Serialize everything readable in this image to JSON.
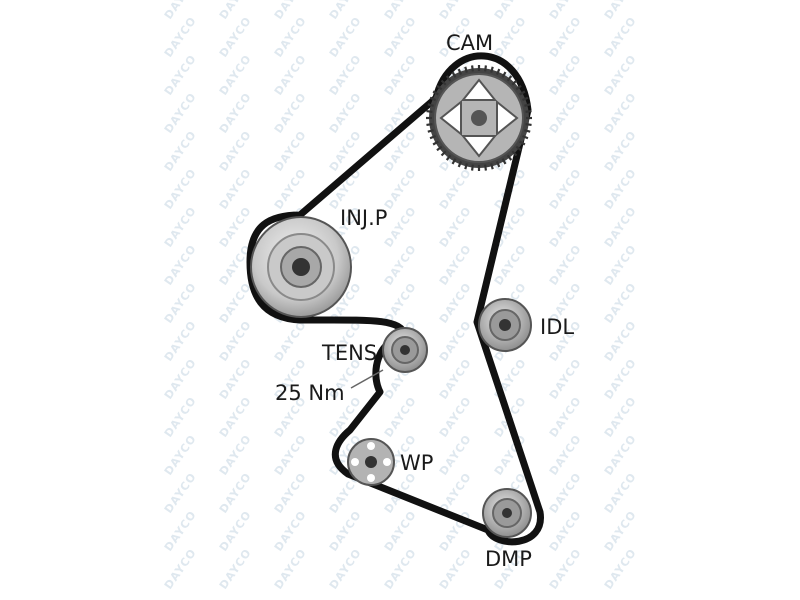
{
  "diagram": {
    "watermark_text": "DAYCO",
    "labels": {
      "cam": "CAM",
      "injp": "INJ.P",
      "idl": "IDL",
      "tens": "TENS",
      "torque": "25 Nm",
      "wp": "WP",
      "dmp": "DMP"
    },
    "colors": {
      "belt": "#111111",
      "pulley_dark": "#555555",
      "pulley_mid": "#9a9a9a",
      "pulley_light": "#d4d4d4",
      "watermark": "#dfe8ef"
    }
  }
}
